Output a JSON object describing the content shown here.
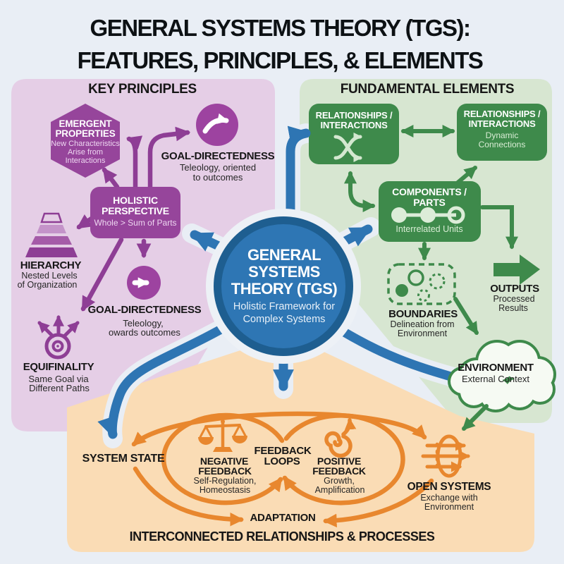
{
  "title": {
    "line1": "GENERAL SYSTEMS THEORY (TGS):",
    "line2": "FEATURES, PRINCIPLES, & ELEMENTS"
  },
  "center": {
    "line1": "GENERAL",
    "line2": "SYSTEMS",
    "line3": "THEORY (TGS)",
    "sub1": "Holistic Framework for",
    "sub2": "Complex Systems"
  },
  "key_principles": {
    "header": "KEY PRINCIPLES",
    "emergent": {
      "t1": "EMERGENT",
      "t2": "PROPERTIES",
      "s1": "New Characteristics",
      "s2": "Arise from",
      "s3": "Interactions"
    },
    "goal_top": {
      "t": "GOAL-DIRECTEDNESS",
      "s1": "Teleology, oriented",
      "s2": "to outcomes"
    },
    "holistic": {
      "t1": "HOLISTIC",
      "t2": "PERSPECTIVE",
      "s": "Whole > Sum of Parts"
    },
    "hierarchy": {
      "t": "HIERARCHY",
      "s1": "Nested Levels",
      "s2": "of Organization"
    },
    "goal_bottom": {
      "t": "GOAL-DIRECTEDNESS",
      "s1": "Teleology,",
      "s2": "owards outcomes"
    },
    "equifinality": {
      "t": "EQUIFINALITY",
      "s1": "Same Goal via",
      "s2": "Different Paths"
    }
  },
  "fundamental_elements": {
    "header": "FUNDAMENTAL ELEMENTS",
    "rel1": {
      "t1": "RELATIONSHIPS /",
      "t2": "INTERACTIONS"
    },
    "rel2": {
      "t1": "RELATIONSHIPS /",
      "t2": "INTERACTIONS",
      "s1": "Dynamic",
      "s2": "Connections"
    },
    "components": {
      "t1": "COMPONENTS /",
      "t2": "PARTS",
      "s": "Interrelated Units"
    },
    "boundaries": {
      "t": "BOUNDARIES",
      "s1": "Delineation from",
      "s2": "Environment"
    },
    "outputs": {
      "t": "OUTPUTS",
      "s1": "Processed",
      "s2": "Results"
    },
    "environment": {
      "t": "ENVIRONMENT",
      "s": "External Context"
    }
  },
  "processes": {
    "system_state": "SYSTEM STATE",
    "negative": {
      "t1": "NEGATIVE",
      "t2": "FEEDBACK",
      "s1": "Self-Regulation,",
      "s2": "Homeostasis"
    },
    "loops": {
      "t1": "FEEDBACK",
      "t2": "LOOPS"
    },
    "positive": {
      "t1": "POSITIVE",
      "t2": "FEEDBACK",
      "s1": "Growth,",
      "s2": "Amplification"
    },
    "open_systems": {
      "t": "OPEN SYSTEMS",
      "s1": "Exchange with",
      "s2": "Environment"
    },
    "adaptation": "ADAPTATION",
    "footer": "INTERCONNECTED RELATIONSHIPS & PROCESSES"
  },
  "icons": {
    "emergent": "hexagon",
    "goal_top": "curved-arrow-circle",
    "hierarchy": "pyramid-levels",
    "goal_bottom": "right-arrow-circle",
    "equifinality": "bullseye-branching-arrows",
    "relationships": "crossing-arrows",
    "components": "linked-nodes",
    "boundaries": "dashed-container",
    "outputs": "big-right-arrow",
    "environment": "cloud",
    "negative_feedback": "balance-scale",
    "positive_feedback": "spiral-arrow",
    "open_systems": "membrane-through-arrows"
  },
  "colors": {
    "background": "#e9eef5",
    "purple": "#96459b",
    "purple_arrow": "#8e3e95",
    "purple_bg": "#e5cee6",
    "green": "#3e8a4b",
    "green_bg": "#d7e6d1",
    "orange": "#e8872e",
    "orange_bg": "#fadcb5",
    "blue": "#2e75b3",
    "blue_dark": "#1e5e90",
    "title_text": "#0d1114"
  }
}
